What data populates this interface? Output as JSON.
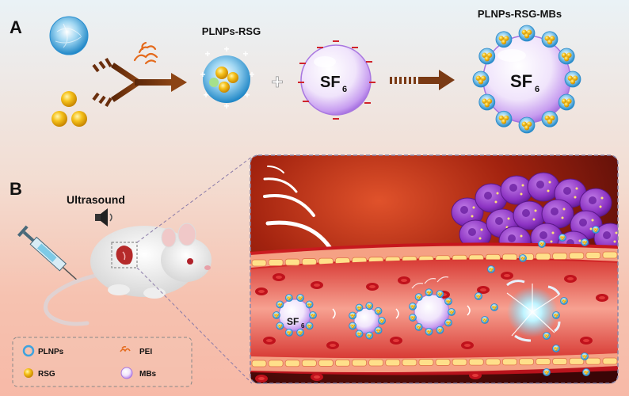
{
  "panel_a": {
    "label": "A",
    "product1": "PLNPs-RSG",
    "product2": "PLNPs-RSG-MBs",
    "gas_main": "SF",
    "gas_sub": "6",
    "plus": "+"
  },
  "panel_b": {
    "label": "B",
    "ultrasound": "Ultrasound",
    "vessel_gas_main": "SF",
    "vessel_gas_sub": "6"
  },
  "legend": {
    "items": [
      {
        "label": "PLNPs"
      },
      {
        "label": "PEI"
      },
      {
        "label": "RSG"
      },
      {
        "label": "MBs"
      }
    ]
  },
  "colors": {
    "arrow": "#7a3a14",
    "plnp": "#4aa6d6",
    "rsg": "#f1b400",
    "mb": "#b487e6",
    "tumor": "#8a2fbf",
    "vessel": "#e3232b"
  }
}
